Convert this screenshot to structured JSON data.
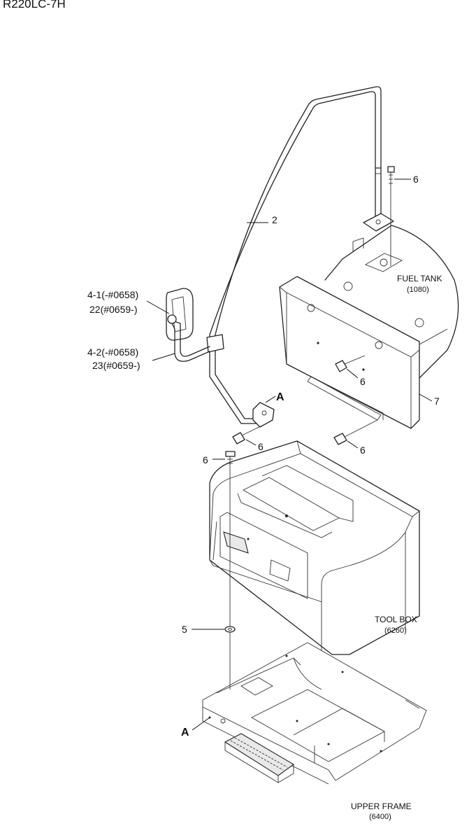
{
  "model_title": "R220LC-7H",
  "callouts": {
    "mirror_stay": "2",
    "bolt": "6",
    "washer": "5",
    "cover": "7",
    "detail_a": "A",
    "mirror_head_a": "4-1(-#0658)",
    "mirror_head_b": "22(#0659-)",
    "mirror_bracket_a": "4-2(-#0658)",
    "mirror_bracket_b": "23(#0659-)"
  },
  "components": {
    "fuel_tank": {
      "name": "FUEL TANK",
      "code": "(1080)"
    },
    "tool_box": {
      "name": "TOOL BOX",
      "code": "(6260)"
    },
    "upper_frame": {
      "name": "UPPER FRAME",
      "code": "(6400)"
    }
  }
}
